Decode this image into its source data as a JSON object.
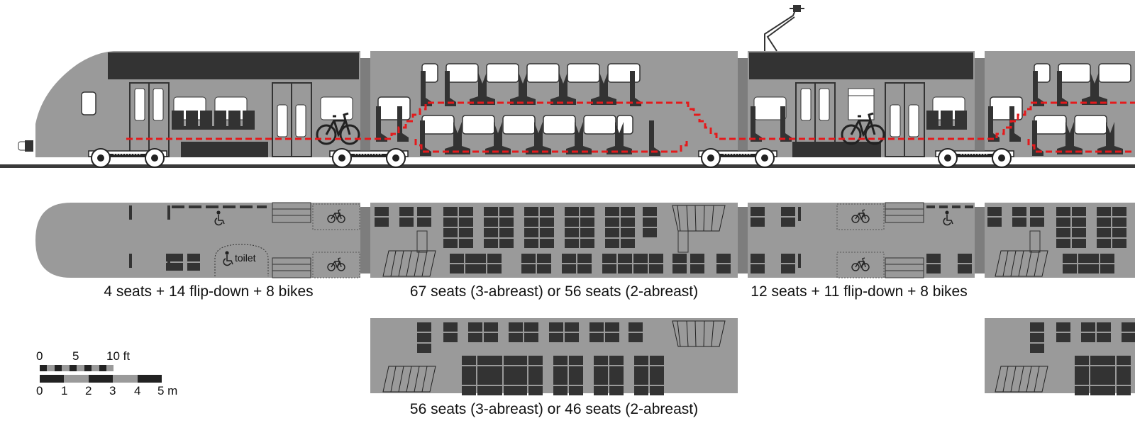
{
  "captions": {
    "end_car": "4 seats + 14 flip-down + 8 bikes",
    "double_car": "67 seats (3-abreast) or 56 seats (2-abreast)",
    "middle_car": "12 seats + 11 flip-down + 8 bikes",
    "alt_car": "56 seats (3-abreast) or 46 seats (2-abreast)"
  },
  "labels": {
    "toilet": "toilet"
  },
  "scale": {
    "feet_ticks": [
      "0",
      "5",
      "10 ft"
    ],
    "metre_ticks": [
      "0",
      "1",
      "2",
      "3",
      "4",
      "5 m"
    ]
  },
  "colors": {
    "body": "#9a9a9a",
    "dark": "#333333",
    "window": "#ffffff",
    "route": "#e41a1c",
    "rail": "#3a3a3a",
    "gap": "#7d7d7d"
  },
  "icons": [
    "wheelchair-icon",
    "bicycle-icon",
    "pantograph"
  ]
}
